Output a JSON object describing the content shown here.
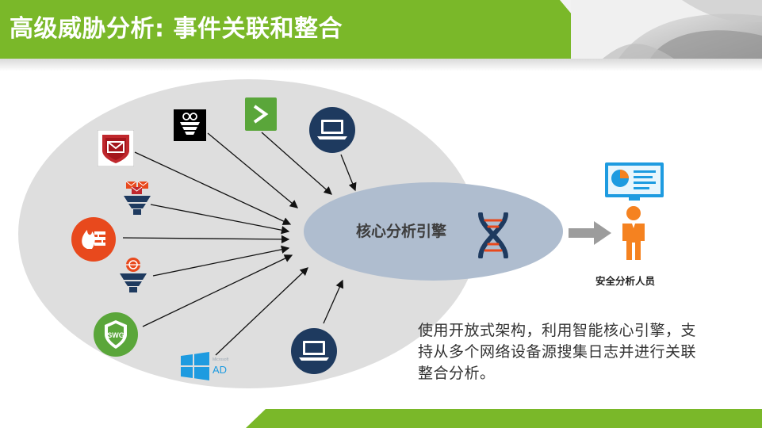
{
  "slide": {
    "title": "高级威胁分析: 事件关联和整合",
    "engine_label": "核心分析引擎",
    "analyst_label": "安全分析人员",
    "description": "使用开放式架构，利用智能核心引擎，支持从多个网络设备源搜集日志并进行关联整合分析。"
  },
  "sources": {
    "ad_label": "AD",
    "ad_small_label": "Microsoft",
    "swg_label": "SWG"
  },
  "colors": {
    "accent_green": "#7ab829",
    "ellipse_gray": "#dedede",
    "engine_blue": "#afbdcf",
    "dark_navy": "#1e3a5f",
    "orange": "#f58220",
    "firewall_red": "#e8491d",
    "mail_red": "#c0282d"
  },
  "icons": [
    "mail-security-icon",
    "secure-gateway-icon",
    "terminal-icon",
    "laptop-icon",
    "email-funnel-icon",
    "firewall-icon",
    "web-funnel-icon",
    "swg-icon",
    "windows-ad-icon",
    "dna-icon",
    "dashboard-icon",
    "person-icon",
    "right-arrow-icon"
  ]
}
